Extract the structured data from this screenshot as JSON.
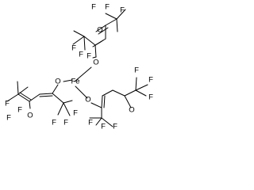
{
  "atoms": {
    "fe": "Fe",
    "o": "O",
    "f": "F"
  },
  "colors": {
    "ink": "#000000",
    "background": "#ffffff"
  }
}
